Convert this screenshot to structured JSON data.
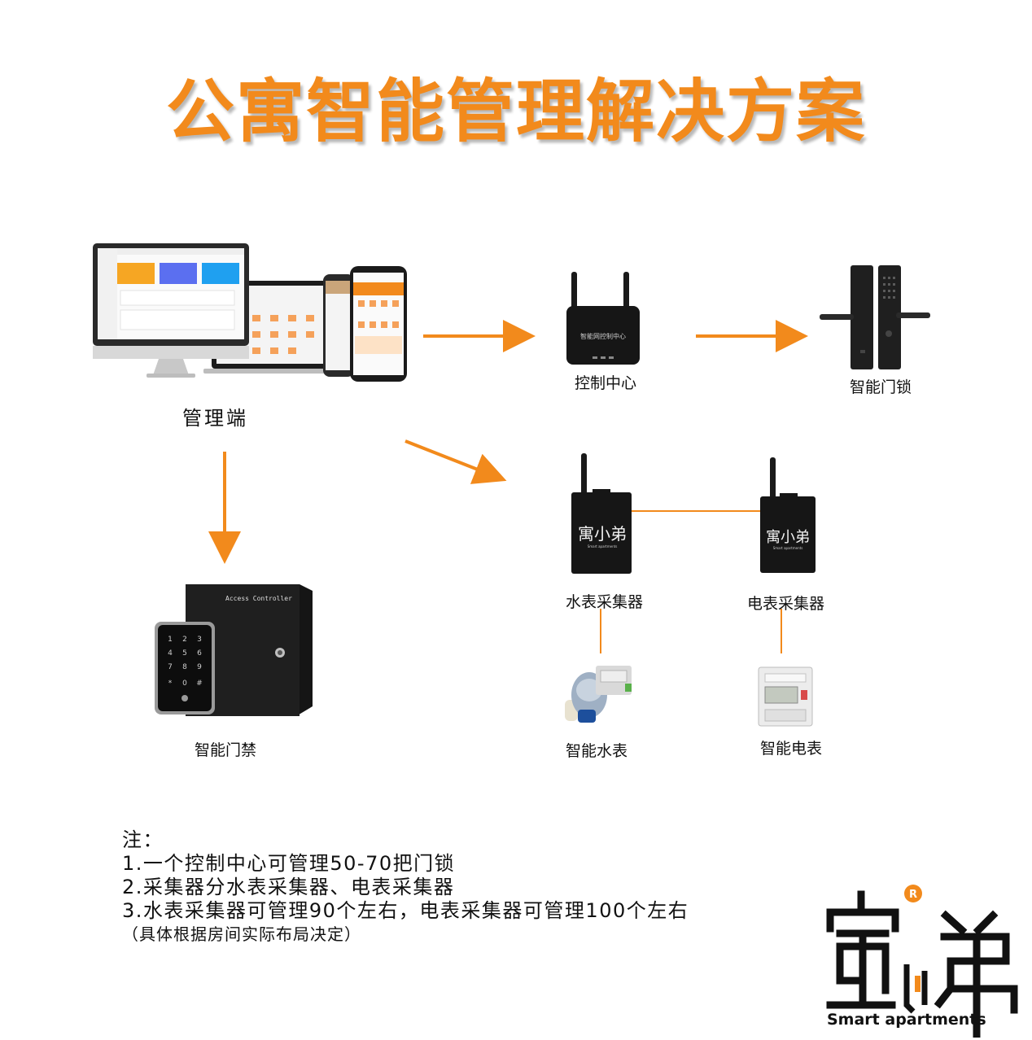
{
  "title": "公寓智能管理解决方案",
  "nodes": {
    "management": "管理端",
    "control_center": "控制中心",
    "smart_lock": "智能门锁",
    "water_collector": "水表采集器",
    "electric_collector": "电表采集器",
    "access_control": "智能门禁",
    "water_meter": "智能水表",
    "electric_meter": "智能电表"
  },
  "device_text": {
    "router_label": "智能网控制中心",
    "controller_box_label": "Access Controller",
    "collector_brand_sub": "Smart apartments",
    "keypad_keys": [
      "1",
      "2",
      "3",
      "4",
      "5",
      "6",
      "7",
      "8",
      "9",
      "*",
      "0",
      "#"
    ]
  },
  "notes": {
    "heading": "注：",
    "line1": "1.一个控制中心可管理50-70把门锁",
    "line2": "2.采集器分水表采集器、电表采集器",
    "line3": "3.水表采集器可管理90个左右，电表采集器可管理100个左右",
    "line4": "（具体根据房间实际布局决定）"
  },
  "logo": {
    "mark": "R",
    "subtitle": "Smart apartments"
  },
  "colors": {
    "accent": "#f28a1c",
    "device": "#161616"
  }
}
